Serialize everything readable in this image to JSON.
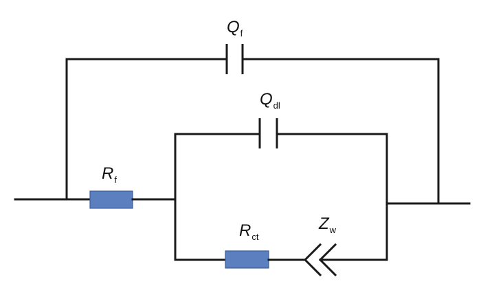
{
  "components": {
    "Qf": {
      "symbol": "Q",
      "sub": "f"
    },
    "Qdl": {
      "symbol": "Q",
      "sub": "dl"
    },
    "Rf": {
      "symbol": "R",
      "sub": "f"
    },
    "Rct": {
      "symbol": "R",
      "sub": "ct"
    },
    "Zw": {
      "symbol": "Z",
      "sub": "w"
    }
  },
  "colors": {
    "wire": "#1a1a1a",
    "resistor_fill": "#5b7fbf",
    "resistor_stroke": "#3d5f99"
  }
}
